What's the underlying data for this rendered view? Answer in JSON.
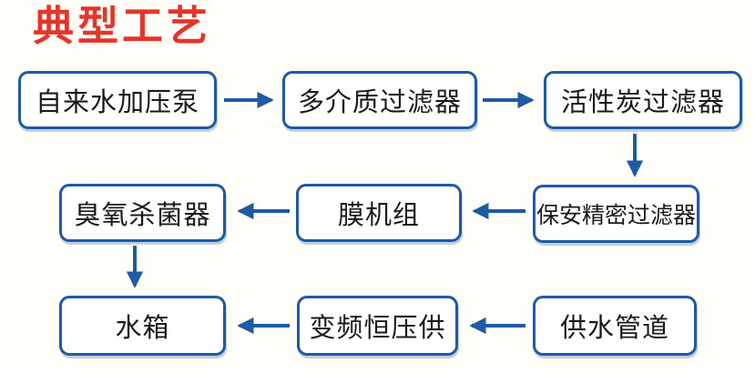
{
  "page": {
    "title": "典型工艺"
  },
  "colors": {
    "title_red": "#e4352a",
    "flow_blue": "#1f5aa5",
    "box_fill": "#ffffff",
    "box_text": "#1a1a1a",
    "background": "#fffef8"
  },
  "flowchart": {
    "nodes": [
      {
        "id": "tap-water-pump",
        "label": "自来水加压泵"
      },
      {
        "id": "multi-media-filter",
        "label": "多介质过滤器"
      },
      {
        "id": "activated-carbon-filter",
        "label": "活性炭过滤器"
      },
      {
        "id": "security-precision-filter",
        "label": "保安精密过滤器"
      },
      {
        "id": "membrane-unit",
        "label": "膜机组"
      },
      {
        "id": "ozone-sterilizer",
        "label": "臭氧杀菌器"
      },
      {
        "id": "water-tank",
        "label": "水箱"
      },
      {
        "id": "vfd-constant-pressure",
        "label": "变频恒压供"
      },
      {
        "id": "water-supply-pipeline",
        "label": "供水管道"
      }
    ],
    "edges": [
      {
        "from": "tap-water-pump",
        "to": "multi-media-filter",
        "direction": "right"
      },
      {
        "from": "multi-media-filter",
        "to": "activated-carbon-filter",
        "direction": "right"
      },
      {
        "from": "activated-carbon-filter",
        "to": "security-precision-filter",
        "direction": "down"
      },
      {
        "from": "security-precision-filter",
        "to": "membrane-unit",
        "direction": "left"
      },
      {
        "from": "membrane-unit",
        "to": "ozone-sterilizer",
        "direction": "left"
      },
      {
        "from": "ozone-sterilizer",
        "to": "water-tank",
        "direction": "down"
      },
      {
        "from": "water-supply-pipeline",
        "to": "vfd-constant-pressure",
        "direction": "left"
      },
      {
        "from": "vfd-constant-pressure",
        "to": "water-tank",
        "direction": "left"
      }
    ]
  }
}
